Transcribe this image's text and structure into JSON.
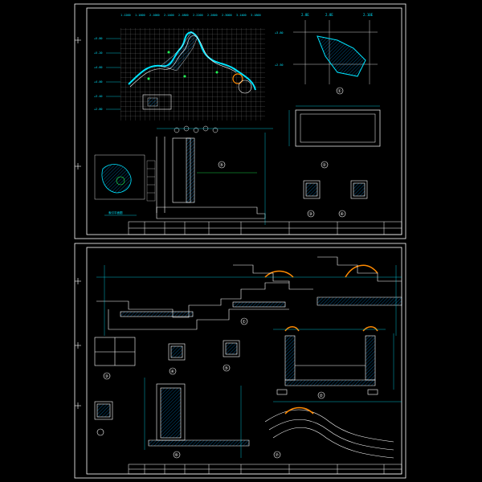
{
  "colors": {
    "background": "#000000",
    "frame": "#ffffff",
    "grid": "#9a9a9a",
    "linework": "#ffffff",
    "dimension": "#00e5ff",
    "hatch": "#00a0ff",
    "accent": "#ff8a00",
    "green": "#22ff55"
  },
  "top_sheet": {
    "grid_axis_labels": [
      "1.1200",
      "1.1600",
      "2.1000",
      "2.1400",
      "2.1800",
      "2.2200",
      "2.2600",
      "2.3000",
      "3.1400",
      "3.1800"
    ],
    "elevation_labels": [
      "+5.80",
      "+5.20",
      "+4.60",
      "+4.00",
      "+3.40",
      "+2.80"
    ],
    "detail_axis_labels": [
      "2.8E",
      "2.8E",
      "2.10E"
    ],
    "detail_side_labels": [
      "+3.80",
      "+2.50"
    ],
    "detail_marks": [
      "①",
      "②",
      "③",
      "④",
      "⑤"
    ],
    "key_plan_caption": "索引平面图"
  },
  "bottom_sheet": {
    "detail_marks": [
      "①",
      "②",
      "③",
      "④",
      "⑤",
      "⑥",
      "⑦"
    ]
  }
}
